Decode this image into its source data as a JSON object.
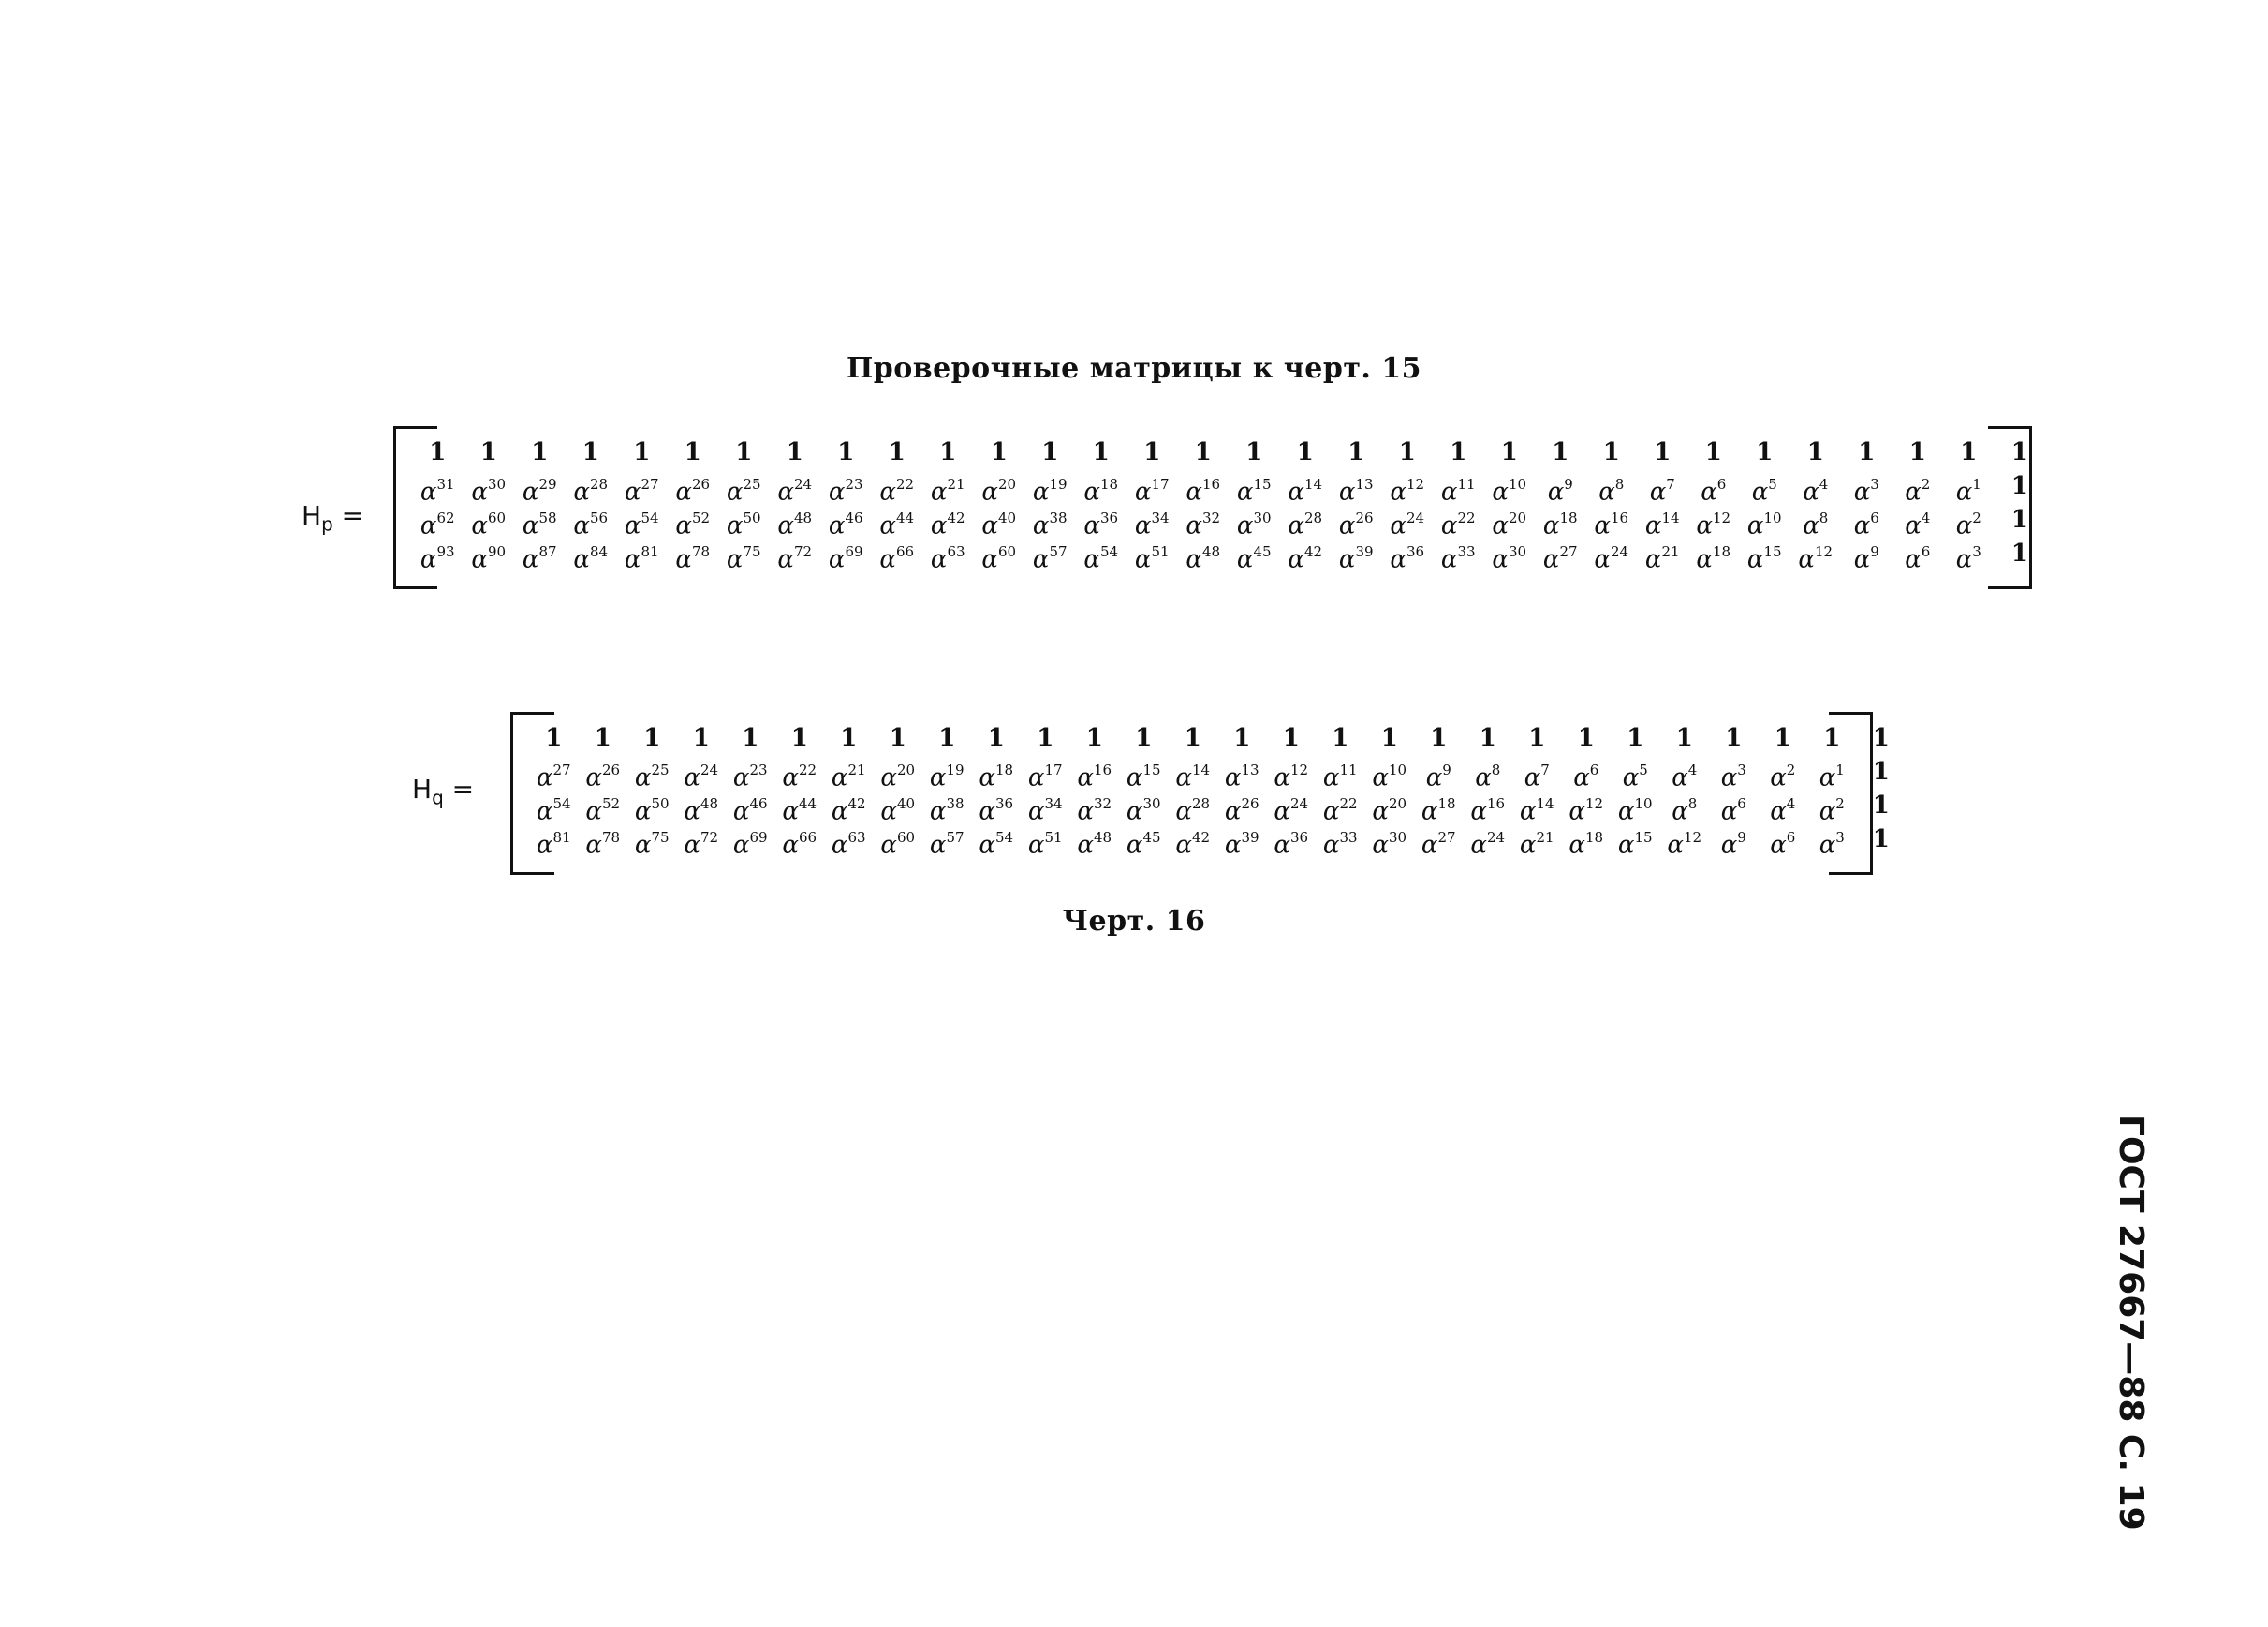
{
  "page": {
    "title": "Проверочные матрицы к черт. 15",
    "caption": "Черт. 16",
    "side_label": "ГОСТ 27667—88 С. 19"
  },
  "matrices": [
    {
      "id": "hp",
      "label_main": "H",
      "label_sub": "p",
      "label_eq": "=",
      "rows": [
        [
          "1",
          "1",
          "1",
          "1",
          "1",
          "1",
          "1",
          "1",
          "1",
          "1",
          "1",
          "1",
          "1",
          "1",
          "1",
          "1",
          "1",
          "1",
          "1",
          "1",
          "1",
          "1",
          "1",
          "1",
          "1",
          "1",
          "1",
          "1",
          "1",
          "1",
          "1",
          "1",
          "1"
        ],
        [
          "α^31",
          "α^30",
          "α^29",
          "α^28",
          "α^27",
          "α^26",
          "α^25",
          "α^24",
          "α^23",
          "α^22",
          "α^21",
          "α^20",
          "α^19",
          "α^18",
          "α^17",
          "α^16",
          "α^15",
          "α^14",
          "α^13",
          "α^12",
          "α^11",
          "α^10",
          "α^9",
          "α^8",
          "α^7",
          "α^6",
          "α^5",
          "α^4",
          "α^3",
          "α^2",
          "α^1",
          "1"
        ],
        [
          "α^62",
          "α^60",
          "α^58",
          "α^56",
          "α^54",
          "α^52",
          "α^50",
          "α^48",
          "α^46",
          "α^44",
          "α^42",
          "α^40",
          "α^38",
          "α^36",
          "α^34",
          "α^32",
          "α^30",
          "α^28",
          "α^26",
          "α^24",
          "α^22",
          "α^20",
          "α^18",
          "α^16",
          "α^14",
          "α^12",
          "α^10",
          "α^8",
          "α^6",
          "α^4",
          "α^2",
          "1"
        ],
        [
          "α^93",
          "α^90",
          "α^87",
          "α^84",
          "α^81",
          "α^78",
          "α^75",
          "α^72",
          "α^69",
          "α^66",
          "α^63",
          "α^60",
          "α^57",
          "α^54",
          "α^51",
          "α^48",
          "α^45",
          "α^42",
          "α^39",
          "α^36",
          "α^33",
          "α^30",
          "α^27",
          "α^24",
          "α^21",
          "α^18",
          "α^15",
          "α^12",
          "α^9",
          "α^6",
          "α^3",
          "1"
        ]
      ]
    },
    {
      "id": "hq",
      "label_main": "H",
      "label_sub": "q",
      "label_eq": "=",
      "rows": [
        [
          "1",
          "1",
          "1",
          "1",
          "1",
          "1",
          "1",
          "1",
          "1",
          "1",
          "1",
          "1",
          "1",
          "1",
          "1",
          "1",
          "1",
          "1",
          "1",
          "1",
          "1",
          "1",
          "1",
          "1",
          "1",
          "1",
          "1",
          "1",
          "1"
        ],
        [
          "α^27",
          "α^26",
          "α^25",
          "α^24",
          "α^23",
          "α^22",
          "α^21",
          "α^20",
          "α^19",
          "α^18",
          "α^17",
          "α^16",
          "α^15",
          "α^14",
          "α^13",
          "α^12",
          "α^11",
          "α^10",
          "α^9",
          "α^8",
          "α^7",
          "α^6",
          "α^5",
          "α^4",
          "α^3",
          "α^2",
          "α^1",
          "1"
        ],
        [
          "α^54",
          "α^52",
          "α^50",
          "α^48",
          "α^46",
          "α^44",
          "α^42",
          "α^40",
          "α^38",
          "α^36",
          "α^34",
          "α^32",
          "α^30",
          "α^28",
          "α^26",
          "α^24",
          "α^22",
          "α^20",
          "α^18",
          "α^16",
          "α^14",
          "α^12",
          "α^10",
          "α^8",
          "α^6",
          "α^4",
          "α^2",
          "1"
        ],
        [
          "α^81",
          "α^78",
          "α^75",
          "α^72",
          "α^69",
          "α^66",
          "α^63",
          "α^60",
          "α^57",
          "α^54",
          "α^51",
          "α^48",
          "α^45",
          "α^42",
          "α^39",
          "α^36",
          "α^33",
          "α^30",
          "α^27",
          "α^24",
          "α^21",
          "α^18",
          "α^15",
          "α^12",
          "α^9",
          "α^6",
          "α^3",
          "1"
        ]
      ]
    }
  ]
}
